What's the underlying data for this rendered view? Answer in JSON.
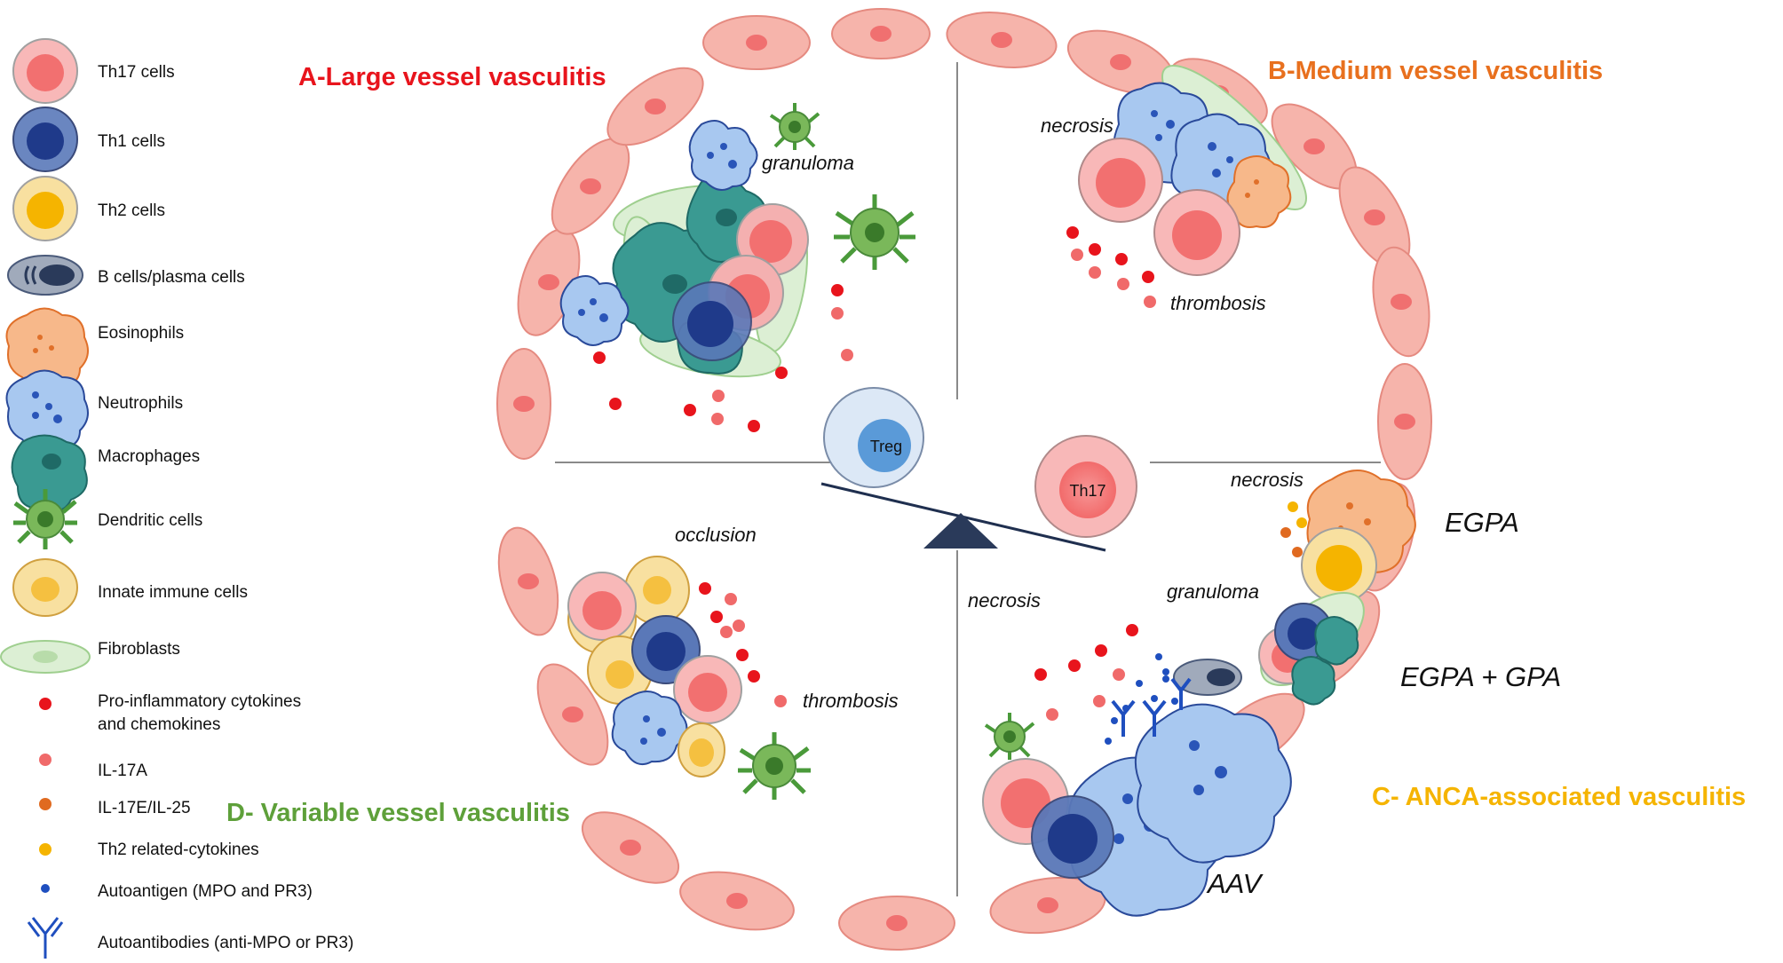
{
  "legend": {
    "th17": "Th17 cells",
    "th1": "Th1 cells",
    "th2": "Th2 cells",
    "bcells": "B cells/plasma cells",
    "eosinophils": "Eosinophils",
    "neutrophils": "Neutrophils",
    "macrophages": "Macrophages",
    "dendritic": "Dendritic cells",
    "innate": "Innate immune cells",
    "fibroblasts": "Fibroblasts",
    "proinflam_1": "Pro-inflammatory cytokines",
    "proinflam_2": "and chemokines",
    "il17a": "IL-17A",
    "il17e": "IL-17E/IL-25",
    "th2cyt": "Th2 related-cytokines",
    "autoantigen": "Autoantigen (MPO and PR3)",
    "autoantibodies": "Autoantibodies  (anti-MPO or PR3)"
  },
  "quadrants": {
    "a": "A-Large vessel vasculitis",
    "b": "B-Medium vessel vasculitis",
    "c": "C- ANCA-associated vasculitis",
    "d": "D- Variable vessel vasculitis"
  },
  "annotations": {
    "granuloma_a": "granuloma",
    "necrosis_b": "necrosis",
    "thrombosis_b": "thrombosis",
    "necrosis_c1": "necrosis",
    "granuloma_c": "granuloma",
    "necrosis_c2": "necrosis",
    "occlusion_d": "occlusion",
    "thrombosis_d": "thrombosis"
  },
  "diseases": {
    "egpa": "EGPA",
    "egpa_gpa": "EGPA + GPA",
    "aav": "AAV"
  },
  "balance": {
    "treg": "Treg",
    "th17": "Th17"
  },
  "colors": {
    "title_a": "#e8141c",
    "title_b": "#e8701e",
    "title_c": "#f5b400",
    "title_d": "#5ea03a",
    "endothelium": "#f6b4ab",
    "endothelium_nucleus": "#f07070",
    "cytokine": "#e8141c",
    "il17a": "#f06a6a",
    "il17e": "#e06a20",
    "th2cyt": "#f5b400",
    "autoantigen": "#1f4fbf"
  }
}
